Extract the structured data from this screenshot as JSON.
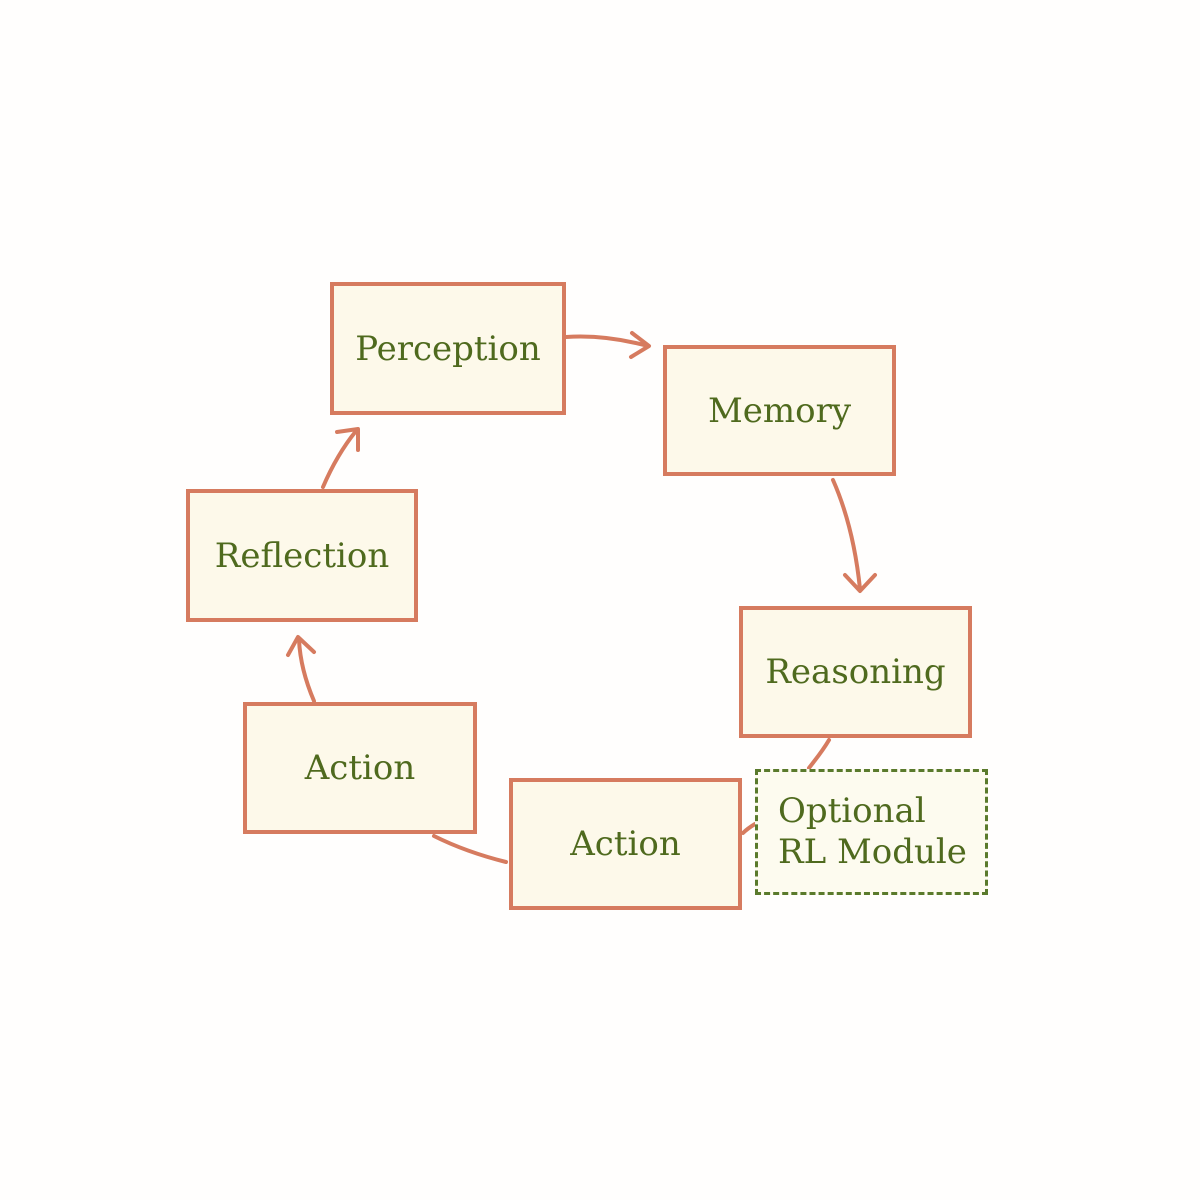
{
  "diagram": {
    "nodes": {
      "perception": "Perception",
      "memory": "Memory",
      "reasoning": "Reasoning",
      "action_right": "Action",
      "action_left": "Action",
      "reflection": "Reflection",
      "optional_line1": "Optional",
      "optional_line2": "RL Module"
    },
    "colors": {
      "box_border": "#d67b5f",
      "box_fill": "#fdf9ea",
      "text": "#4f6a1e",
      "optional_border": "#5a7a2c",
      "arrow": "#d67b5f"
    }
  }
}
